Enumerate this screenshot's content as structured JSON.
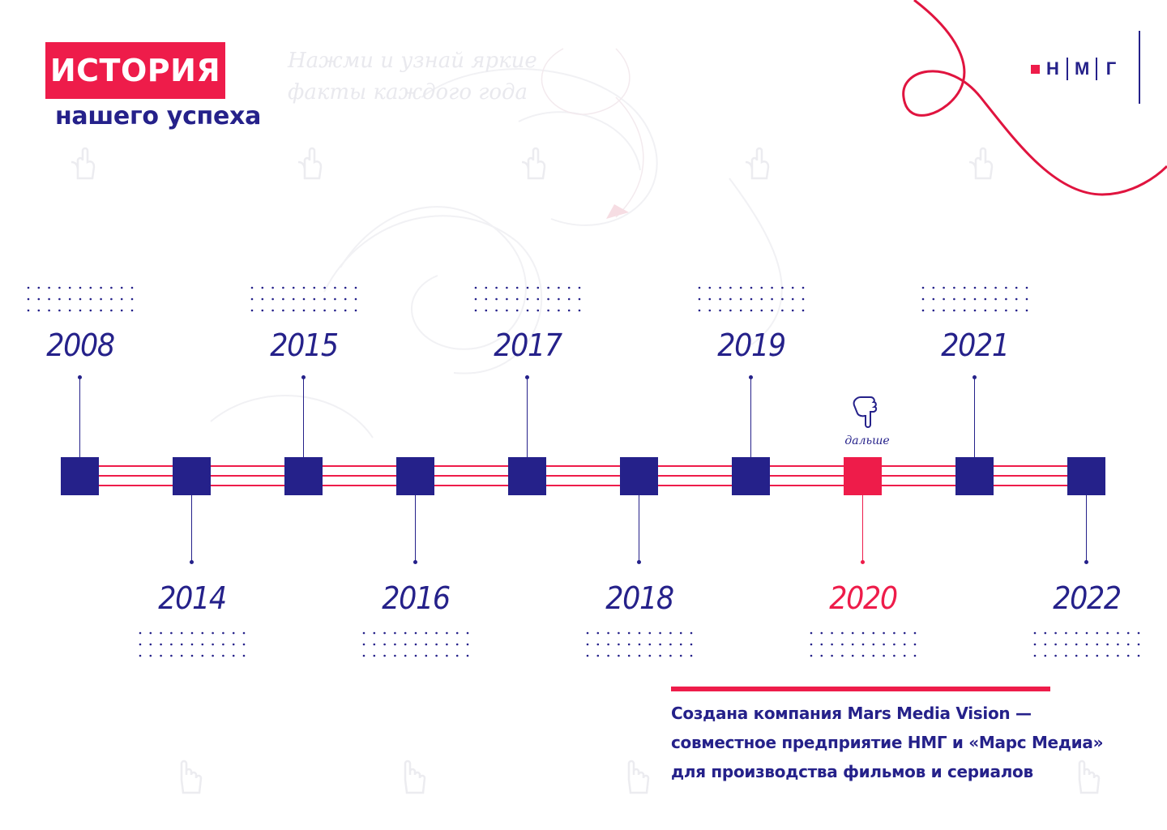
{
  "header": {
    "title": "ИСТОРИЯ",
    "subtitle": "нашего успеха",
    "hint": "Нажми и узнай яркие факты каждого года"
  },
  "logo": {
    "letters": [
      "Н",
      "М",
      "Г"
    ]
  },
  "timeline": {
    "years": [
      {
        "label": "2008",
        "position": "top",
        "active": false
      },
      {
        "label": "2014",
        "position": "bottom",
        "active": false
      },
      {
        "label": "2015",
        "position": "top",
        "active": false
      },
      {
        "label": "2016",
        "position": "bottom",
        "active": false
      },
      {
        "label": "2017",
        "position": "top",
        "active": false
      },
      {
        "label": "2018",
        "position": "bottom",
        "active": false
      },
      {
        "label": "2019",
        "position": "top",
        "active": false
      },
      {
        "label": "2020",
        "position": "bottom",
        "active": true
      },
      {
        "label": "2021",
        "position": "top",
        "active": false
      },
      {
        "label": "2022",
        "position": "bottom",
        "active": false
      }
    ],
    "next_label": "дальше"
  },
  "info": {
    "line1": "Создана компания Mars Media Vision —",
    "line2": "совместное предприятие НМГ и «Марс Медиа»",
    "line3": "для производства фильмов и сериалов"
  },
  "colors": {
    "accent": "#ee1c4a",
    "primary": "#25218a",
    "hint_text": "#e9e9ee"
  },
  "icons": {
    "pointer": "pointing-hand-icon",
    "cursor": "hand-cursor-icon"
  }
}
